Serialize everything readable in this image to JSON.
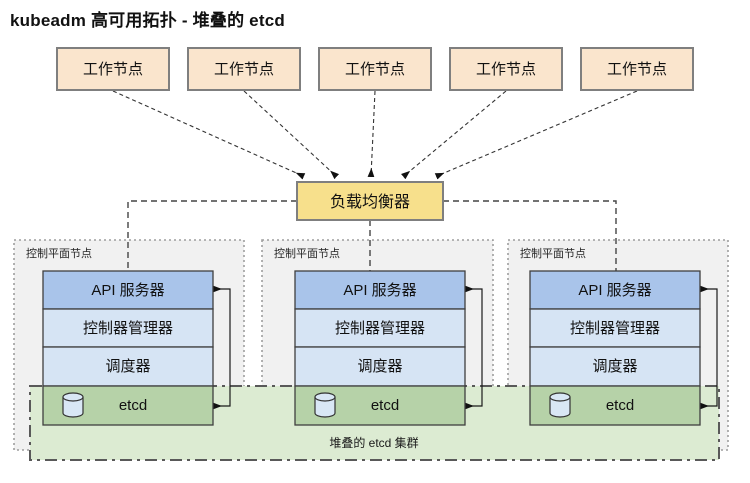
{
  "title": "kubeadm 高可用拓扑 - 堆叠的 etcd",
  "worker_node": {
    "label": "工作节点",
    "count": 5
  },
  "load_balancer": {
    "label": "负载均衡器"
  },
  "control_plane": {
    "group_label": "控制平面节点",
    "group_count": 3,
    "api_server": "API 服务器",
    "controller_manager": "控制器管理器",
    "scheduler": "调度器",
    "etcd": "etcd"
  },
  "stacked_etcd_cluster": {
    "label": "堆叠的 etcd 集群"
  },
  "colors": {
    "worker_fill": "#FAE5CD",
    "load_balancer_fill": "#F7E08C",
    "api_server_fill": "#A9C4EA",
    "component_fill": "#D6E4F4",
    "etcd_fill": "#B6D2A8",
    "cluster_area_fill": "#DCEBD2",
    "group_fill": "#F1F1F1",
    "box_border": "#7F7F7F",
    "stack_border": "#3F3F3F"
  }
}
